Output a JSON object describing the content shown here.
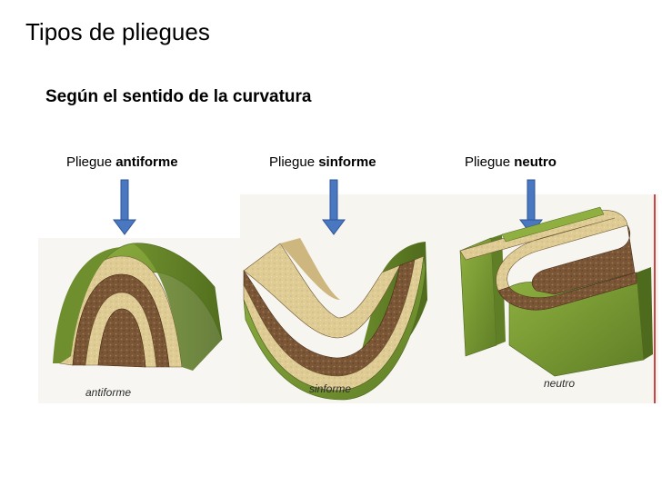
{
  "title": "Tipos de pliegues",
  "subtitle": "Según el sentido de la curvatura",
  "folds": [
    {
      "prefix": "Pliegue",
      "type": "antiforme",
      "caption": "antiforme"
    },
    {
      "prefix": "Pliegue",
      "type": "sinforme",
      "caption": "sinforme"
    },
    {
      "prefix": "Pliegue",
      "type": "neutro",
      "caption": "neutro"
    }
  ],
  "colors": {
    "arrow": "#4a78c0",
    "arrow_edge": "#2f5597",
    "green_layer": "#7a9a35",
    "tan_layer": "#dfcc95",
    "brown_layer": "#7a5636"
  }
}
